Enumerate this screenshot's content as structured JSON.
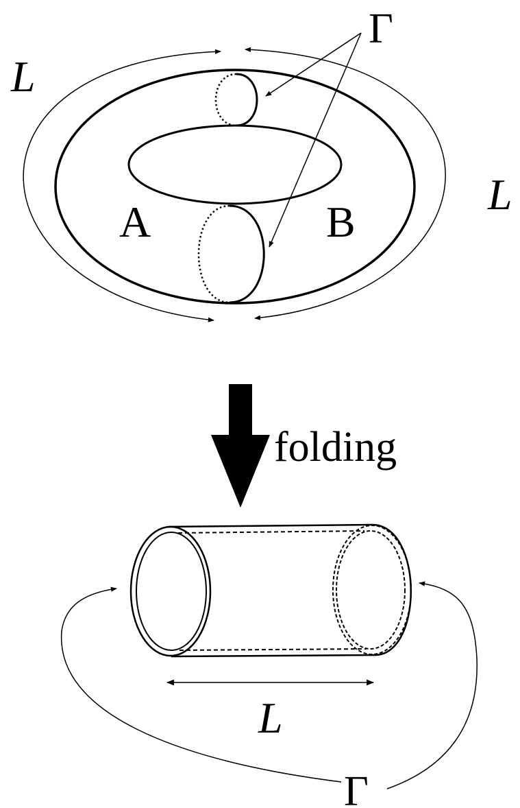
{
  "labels": {
    "gamma_top": "Γ",
    "gamma_bottom": "Γ",
    "length_top_left": "L",
    "length_top_right": "L",
    "length_bottom": "L",
    "region_a": "A",
    "region_b": "B",
    "folding": "folding"
  },
  "colors": {
    "ink": "#000000",
    "background": "#ffffff"
  }
}
